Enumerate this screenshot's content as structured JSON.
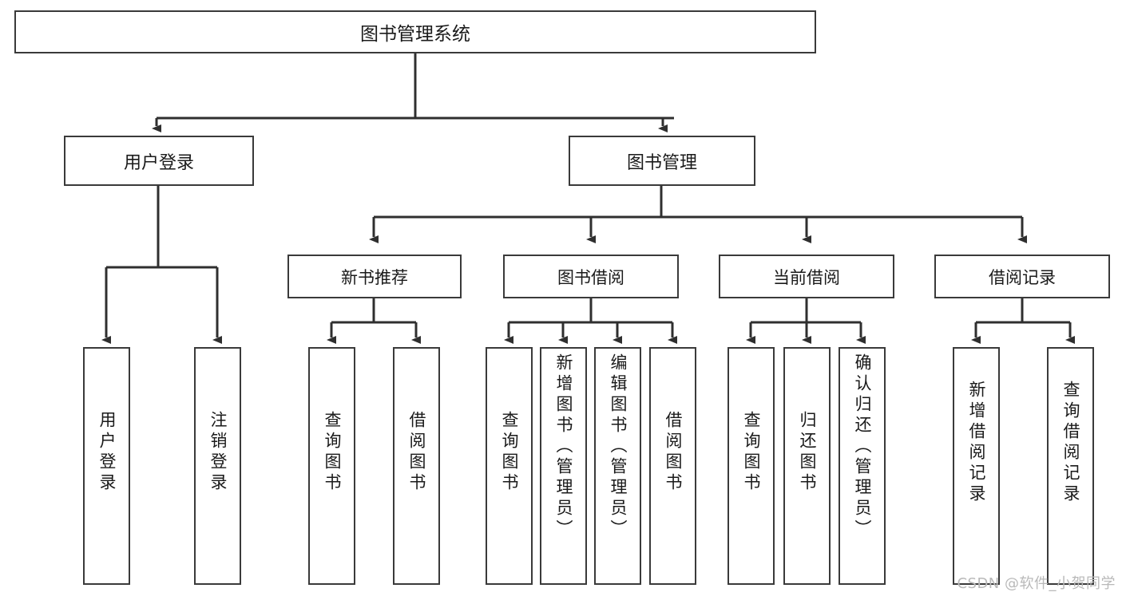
{
  "diagram": {
    "title": "图书管理系统",
    "type": "功能结构图",
    "watermark": "CSDN @软件_小贺同学",
    "colors": {
      "box_border": "#3a3a3a",
      "box_fill": "#ffffff",
      "connector": "#2f2f2f",
      "text": "#1a1a1a",
      "watermark": "#b9b9b9",
      "background": "#ffffff"
    },
    "root": {
      "label": "图书管理系统"
    },
    "level2": [
      {
        "label": "用户登录"
      },
      {
        "label": "图书管理"
      }
    ],
    "level3": [
      {
        "label": "新书推荐"
      },
      {
        "label": "图书借阅"
      },
      {
        "label": "当前借阅"
      },
      {
        "label": "借阅记录"
      }
    ],
    "leaves": {
      "user_login": [
        {
          "label": "用户登录"
        },
        {
          "label": "注销登录"
        }
      ],
      "new_book_recommend": [
        {
          "label": "查询图书"
        },
        {
          "label": "借阅图书"
        }
      ],
      "book_borrow": [
        {
          "label": "查询图书"
        },
        {
          "label": "新增图书（管理员）"
        },
        {
          "label": "编辑图书（管理员）"
        },
        {
          "label": "借阅图书"
        }
      ],
      "current_borrow": [
        {
          "label": "查询图书"
        },
        {
          "label": "归还图书"
        },
        {
          "label": "确认归还（管理员）"
        }
      ],
      "borrow_record": [
        {
          "label": "新增借阅记录"
        },
        {
          "label": "查询借阅记录"
        }
      ]
    }
  }
}
